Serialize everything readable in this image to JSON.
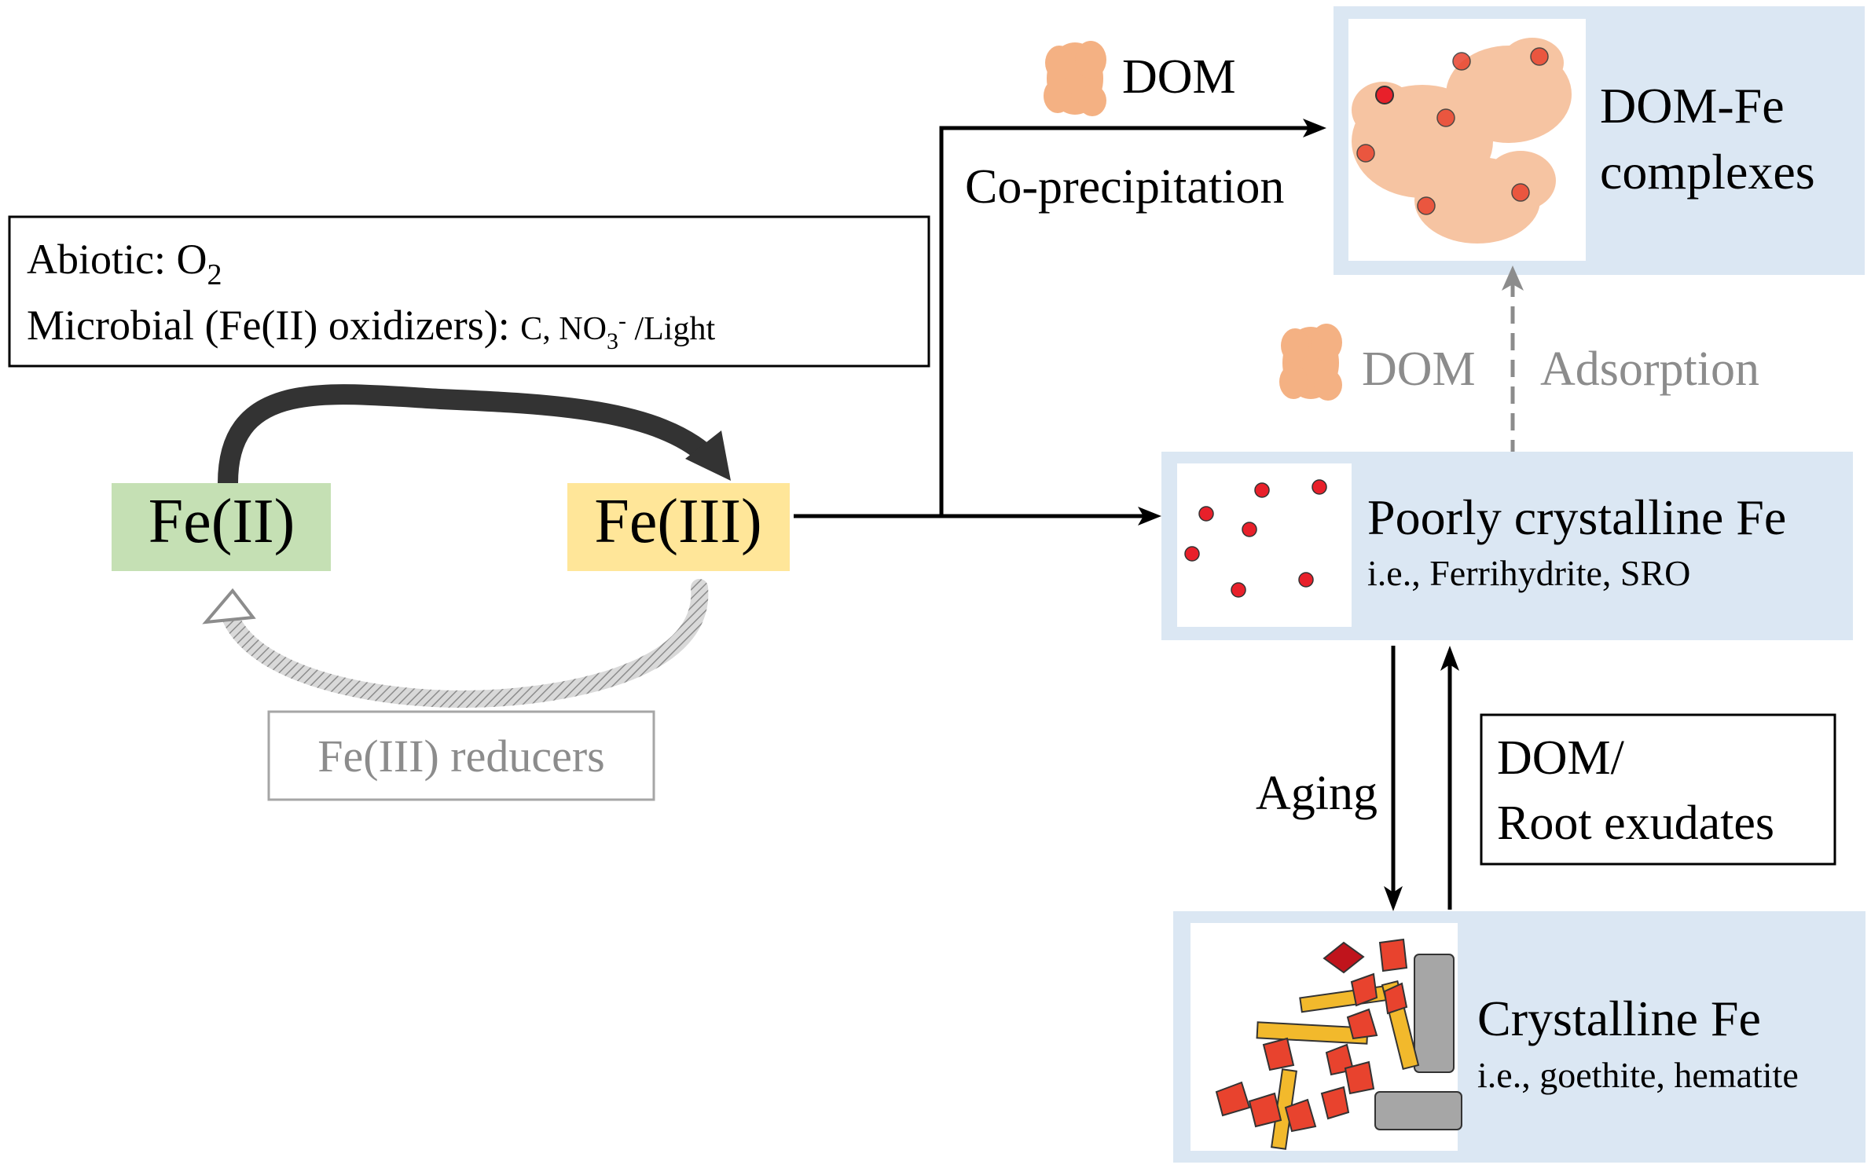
{
  "fe_cycle": {
    "fe2_label": "Fe(II)",
    "fe3_label": "Fe(III)",
    "oxidation_box": {
      "line1_prefix": "Abiotic: O",
      "line1_sub": "2",
      "line2_main": "Microbial (Fe(II) oxidizers): ",
      "line2_small_prefix": "C, NO",
      "line2_sub": "3",
      "line2_sup": "-",
      "line2_small_suffix": " /Light"
    },
    "reducers_label": "Fe(III) reducers"
  },
  "pathways": {
    "dom_top_label": "DOM",
    "coprecipitation_label": "Co-precipitation",
    "dom_mid_label": "DOM",
    "adsorption_label": "Adsorption",
    "aging_label": "Aging",
    "dom_root_line1": "DOM/",
    "dom_root_line2": "Root exudates"
  },
  "iron_phases": {
    "dom_fe_line1": "DOM-Fe",
    "dom_fe_line2": "complexes",
    "poorly_title": "Poorly crystalline Fe",
    "poorly_sub": "i.e., Ferrihydrite, SRO",
    "crystalline_title": "Crystalline Fe",
    "crystalline_sub": "i.e., goethite, hematite"
  },
  "colors": {
    "fe2_fill": "#c5e0b4",
    "fe3_fill": "#ffe699",
    "panel_fill": "#dbe7f3",
    "dom_blob": "#f4b183",
    "particle_red": "#e8202a",
    "crystal_red": "#e8432e",
    "crystal_yellow": "#f2b92c",
    "crystal_gray": "#a6a6a6",
    "gray_text": "#8c8c8c",
    "black": "#000000"
  }
}
